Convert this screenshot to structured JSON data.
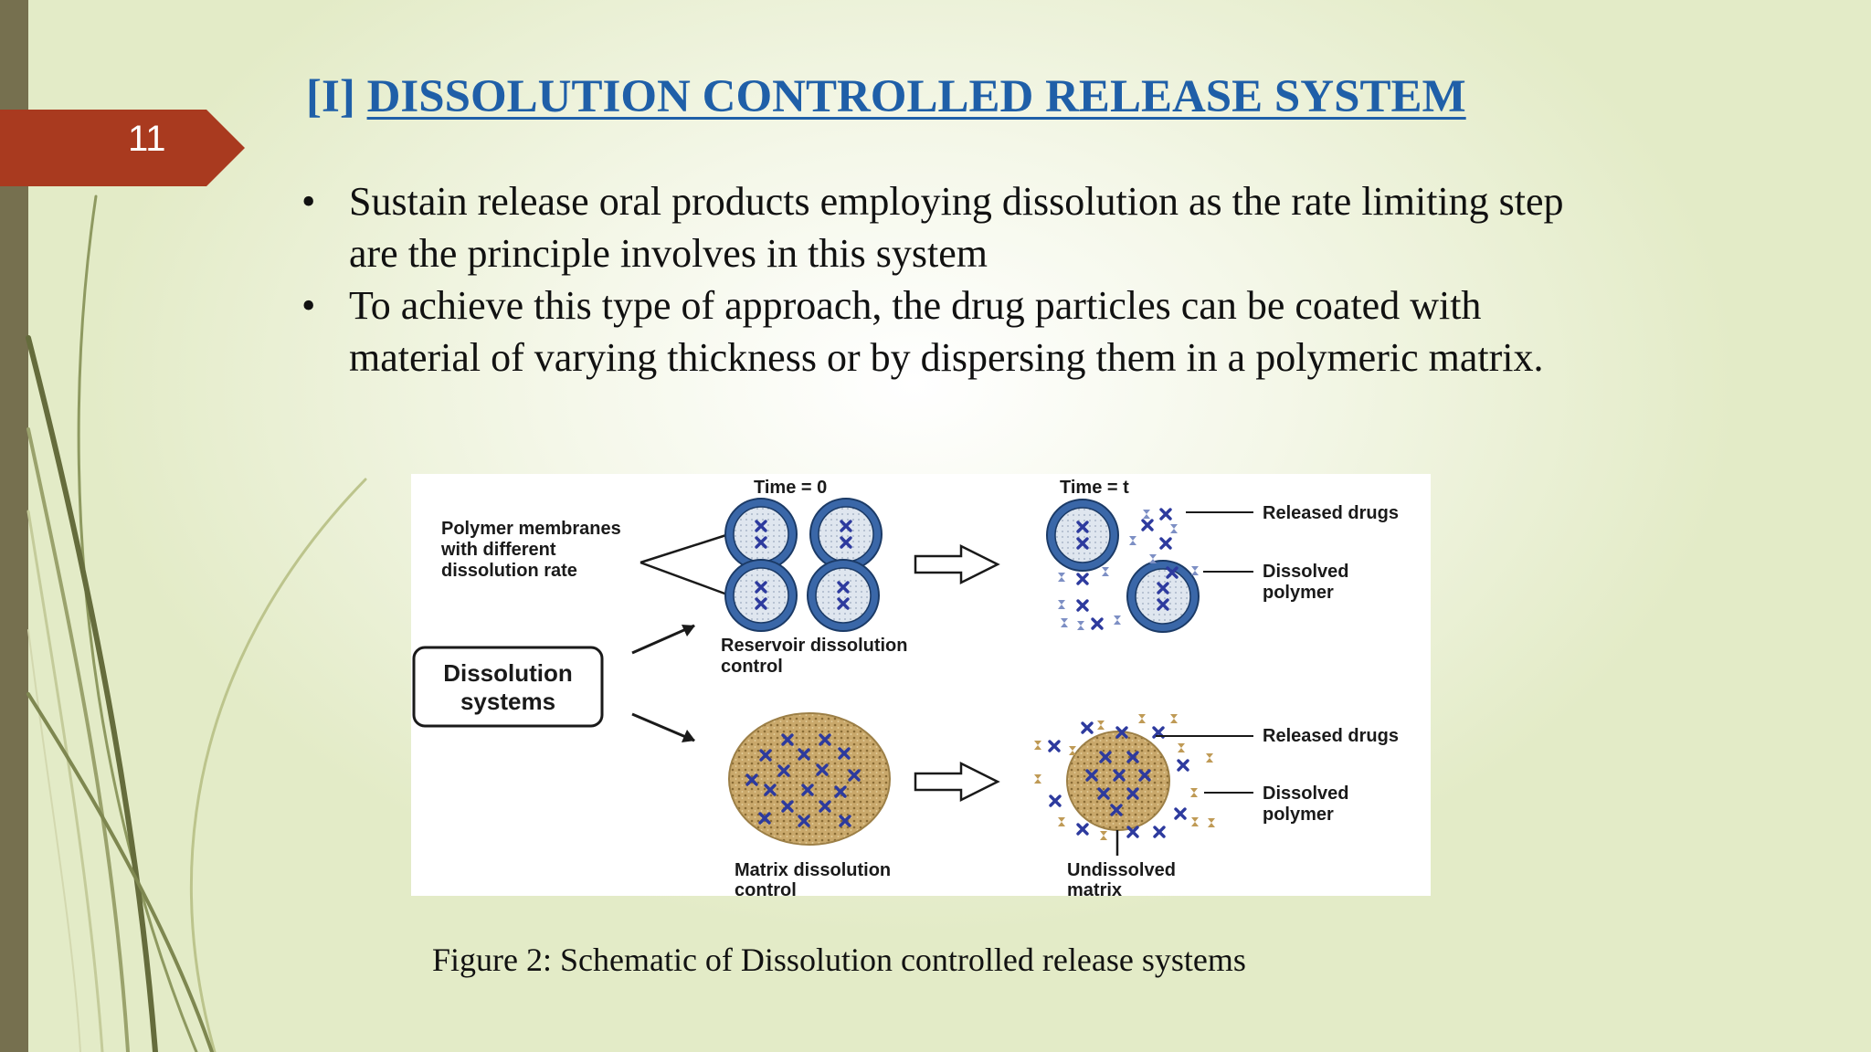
{
  "slide": {
    "page_number": "11",
    "title_prefix": "[I]",
    "title_link": "DISSOLUTION CONTROLLED RELEASE SYSTEM",
    "bullets": [
      {
        "marker": "•",
        "text": "Sustain release oral products employing dissolution as the rate limiting step are the principle involves in this system"
      },
      {
        "marker": "•",
        "text": "To achieve this type of approach, the drug particles can be coated with material of varying thickness or by dispersing them in a polymeric matrix."
      }
    ],
    "caption": "Figure 2: Schematic of Dissolution controlled release systems"
  },
  "figure": {
    "time_zero": "Time = 0",
    "time_t": "Time = t",
    "polymer_membranes": [
      "Polymer membranes",
      "with different",
      "dissolution rate"
    ],
    "dissolution_systems": [
      "Dissolution",
      "systems"
    ],
    "reservoir_control": [
      "Reservoir dissolution",
      "control"
    ],
    "matrix_control": [
      "Matrix dissolution",
      "control"
    ],
    "undissolved_matrix": [
      "Undissolved",
      "matrix"
    ],
    "released_drugs_top": "Released drugs",
    "dissolved_polymer_top": [
      "Dissolved",
      "polymer"
    ],
    "released_drugs_bottom": "Released drugs",
    "dissolved_polymer_bottom": [
      "Dissolved",
      "polymer"
    ]
  },
  "colors": {
    "title": "#1f5fa8",
    "page_tab": "#a93a1f",
    "left_bar": "#76704f",
    "drug": "#2d3a9e",
    "membrane": "#2f5fa0",
    "matrix": "#c9a86b"
  },
  "icons": {
    "page_tab": "arrow-tab-shape",
    "decoration": "swoosh-lines",
    "figure_arrows": "hollow-right-arrow"
  }
}
